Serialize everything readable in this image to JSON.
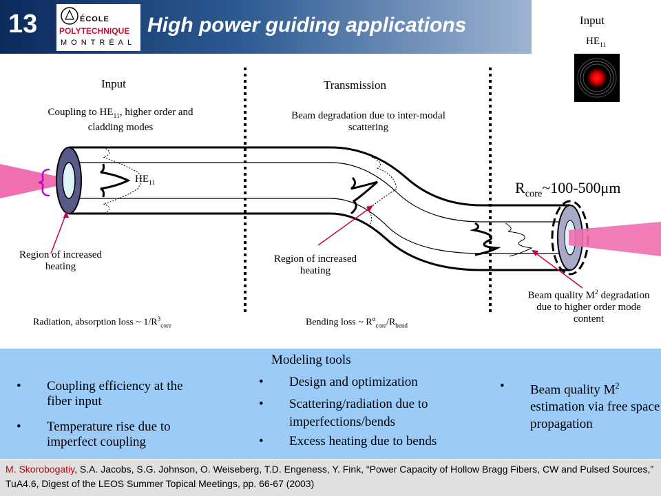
{
  "header": {
    "slide_number": "13",
    "logo_line1": "ÉCOLE",
    "logo_line2": "POLYTECHNIQUE",
    "logo_line3": "MONTRÉAL",
    "title": "High power guiding applications"
  },
  "inset": {
    "label": "Input",
    "mode": "HE",
    "mode_sub": "11"
  },
  "sections": {
    "input": {
      "title": "Input",
      "desc_pre": "Coupling to HE",
      "desc_sub": "11",
      "desc_post": ", higher order and cladding modes",
      "heating": "Region of increased heating",
      "loss_pre": "Radiation, absorption loss ~ 1/R",
      "loss_sup": "3",
      "loss_sub": "core"
    },
    "transmission": {
      "title": "Transmission",
      "desc": "Beam degradation due to inter-modal scattering",
      "heating": "Region of increased heating",
      "loss_pre": "Bending loss ~ R",
      "loss_sup": "α",
      "loss_sub": "core",
      "loss_mid": "/R",
      "loss_sub2": "bend"
    },
    "output": {
      "rcore_main": "R",
      "rcore_sub": "core",
      "rcore_value": "~100-500μm",
      "beam_quality_pre": "Beam quality M",
      "beam_quality_sup": "2",
      "beam_quality_post": "degradation due to higher order mode content"
    }
  },
  "fiber_mode": {
    "label": "HE",
    "sub": "11"
  },
  "modeling": {
    "title": "Modeling tools",
    "col1": [
      "Coupling efficiency at the fiber input",
      "Temperature rise due to imperfect coupling"
    ],
    "col2": [
      "Design and optimization",
      "Scattering/radiation due to imperfections/bends",
      "Excess heating due to bends"
    ],
    "col3_pre": "Beam quality M",
    "col3_sup": "2",
    "col3_post": "estimation via free space propagation"
  },
  "citation": {
    "author_highlight": "M. Skorobogatiy",
    "text": ", S.A. Jacobs, S.G. Johnson, O. Weiseberg, T.D. Engeness, Y. Fink, “Power Capacity of Hollow Bragg Fibers, CW and Pulsed Sources,” TuA4.6, Digest of the LEOS Summer Topical Meetings, pp. 66-67 (2003)"
  },
  "colors": {
    "highlight": "#c00000",
    "panel": "#9ccbf8",
    "beam": "#f06fb0",
    "fiber_end": "#5a5a8a"
  }
}
